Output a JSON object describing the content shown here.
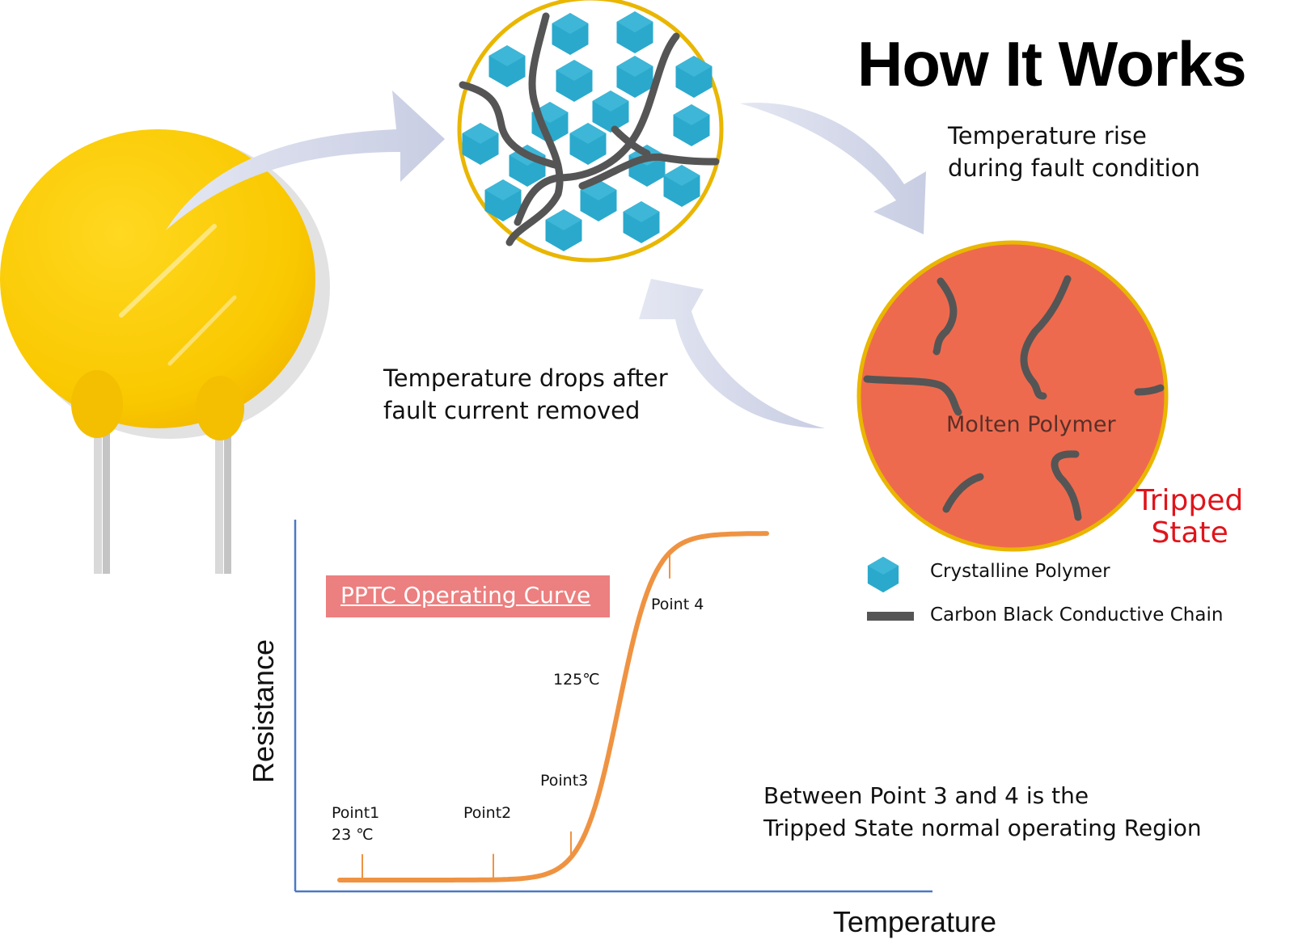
{
  "title": "How It Works",
  "captions": {
    "rise": [
      "Temperature rise",
      "during  fault condition"
    ],
    "drop": [
      "Temperature drops after",
      "fault  current removed"
    ]
  },
  "molten_label": "Molten Polymer",
  "tripped_state": [
    "Tripped",
    "State"
  ],
  "legend": {
    "crystalline": "Crystalline Polymer",
    "carbon": "Carbon Black  Conductive Chain"
  },
  "colors": {
    "device_yellow": "#f9c800",
    "ring_gold": "#e9b600",
    "hexagon_blue": "#2aa9cc",
    "chain_gray": "#555555",
    "molten_orange": "#ee6a4e",
    "arrow_lavender": "#cfd3e6",
    "curve_orange": "#ef9342",
    "axis_blue": "#4a79c5",
    "tripped_red": "#e0141b",
    "badge_pink": "#ec7f7f"
  },
  "chart_data": {
    "type": "line",
    "title": "PPTC Operating Curve",
    "xlabel": "Temperature",
    "ylabel": "Resistance",
    "shape": "sigmoid rise of resistance with temperature",
    "annotations": [
      {
        "label": "Point1",
        "sub": "23 ℃"
      },
      {
        "label": "Point2"
      },
      {
        "label": "Point3"
      },
      {
        "label": "125℃"
      },
      {
        "label": "Point 4"
      }
    ],
    "note": [
      "Between Point 3 and 4 is the",
      "Tripped State normal operating Region"
    ]
  }
}
